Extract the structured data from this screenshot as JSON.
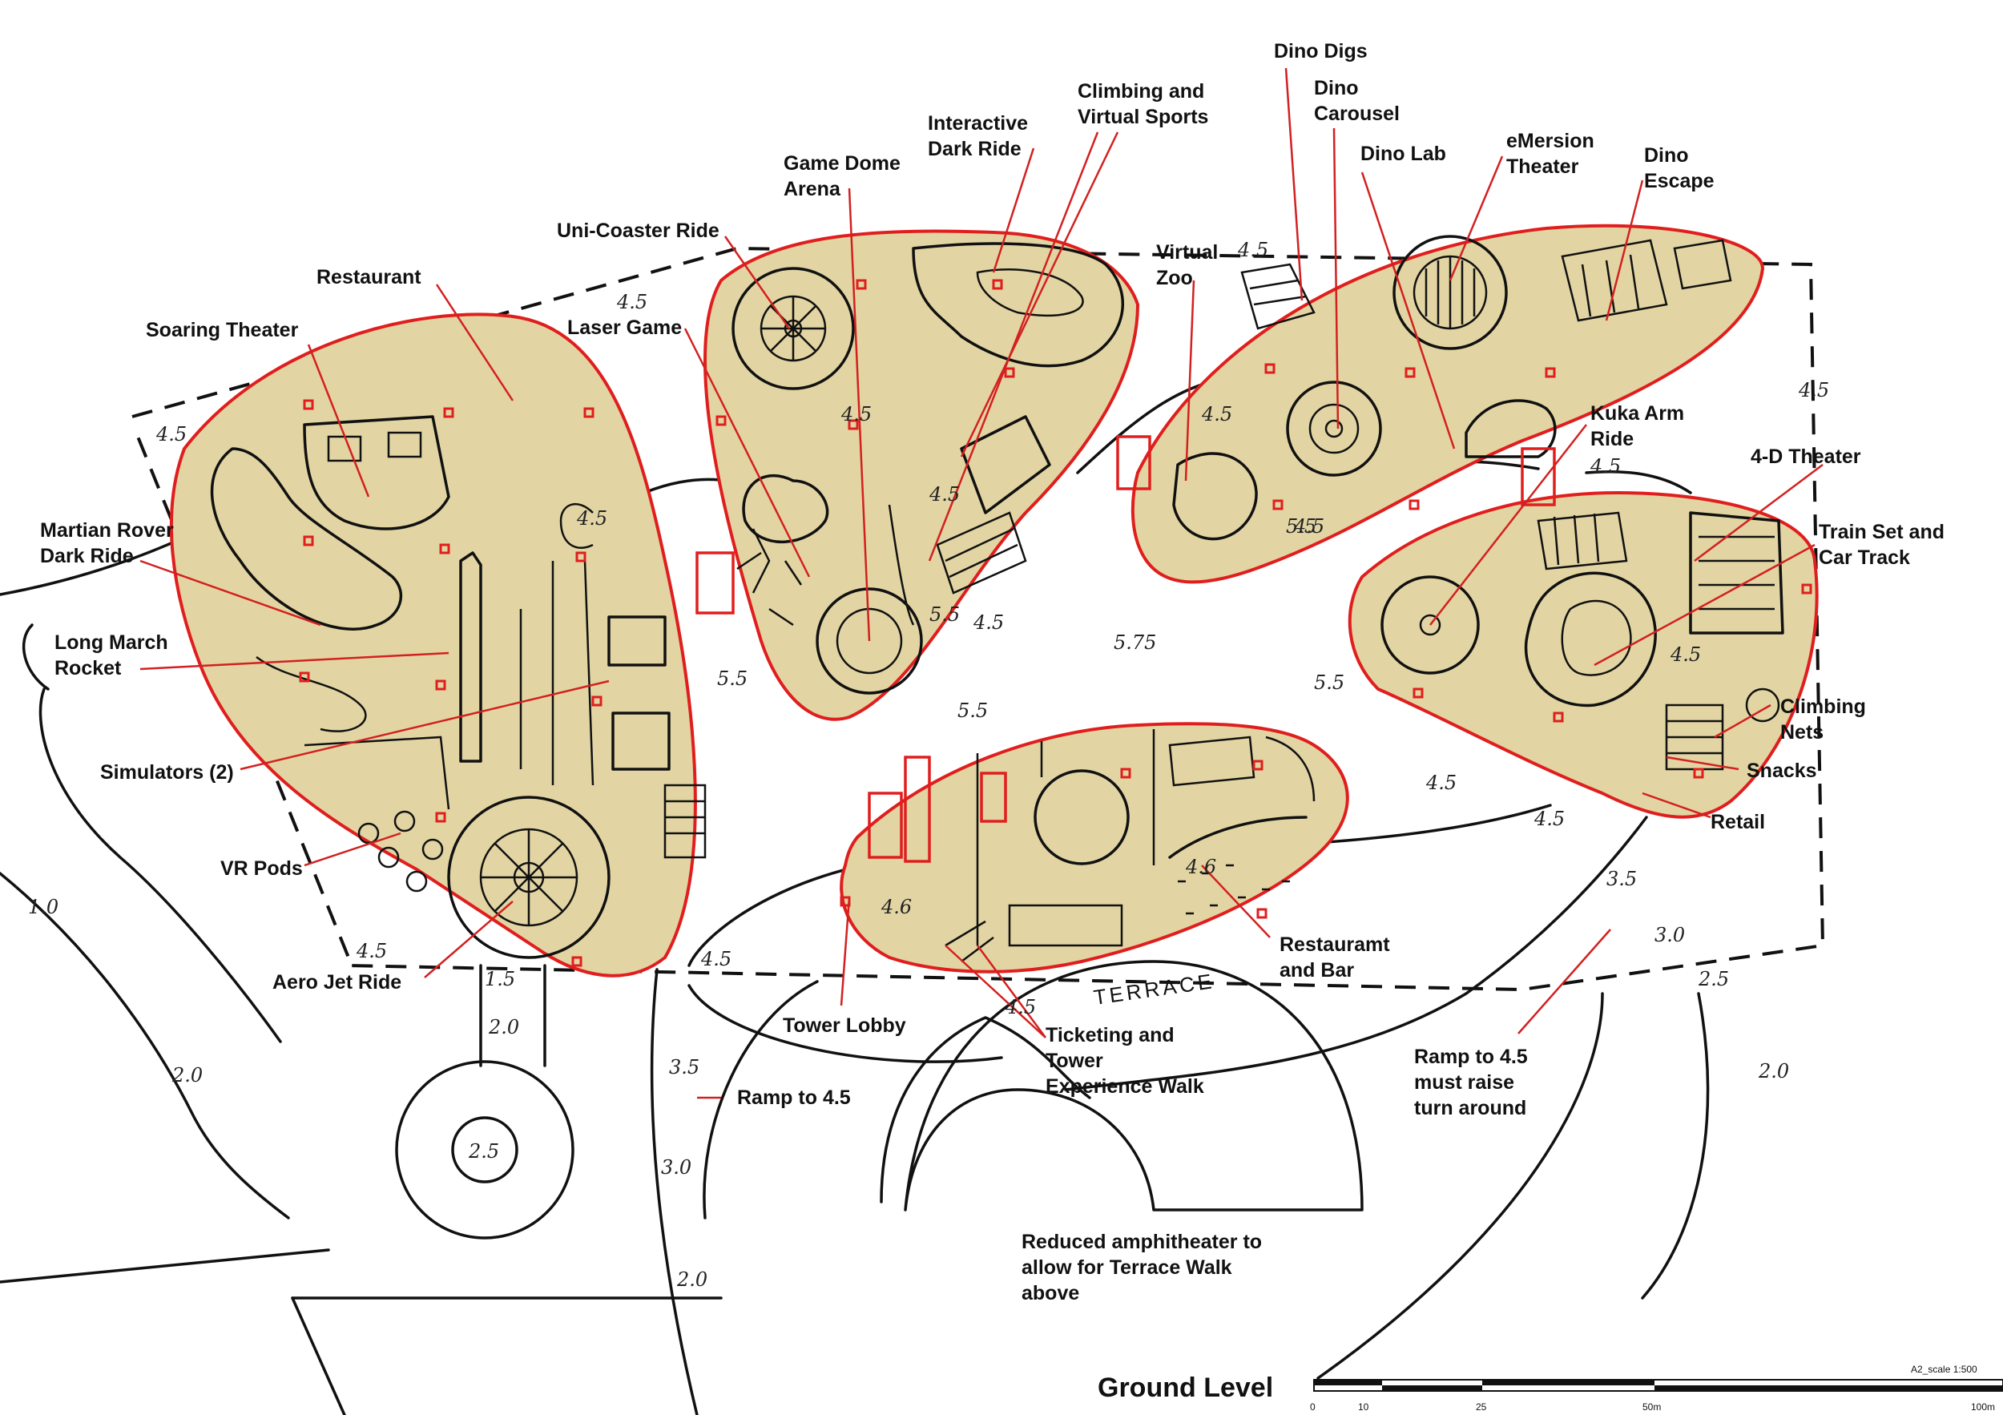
{
  "title": "Ground Level",
  "scale_note": "A2_scale 1:500",
  "scale_ticks": [
    "0",
    "10",
    "25",
    "50m",
    "100m"
  ],
  "colors": {
    "pod_fill": "#e2d5a3",
    "pod_outline": "#e01e1e",
    "leader": "#d32020",
    "ink": "#111111"
  },
  "terrace_text": "TERRACE",
  "labels": [
    {
      "id": "dino-digs",
      "lines": [
        "Dino Digs"
      ]
    },
    {
      "id": "dino-carousel",
      "lines": [
        "Dino",
        "Carousel"
      ]
    },
    {
      "id": "climbing-virtual-sports",
      "lines": [
        "Climbing and",
        "Virtual Sports"
      ]
    },
    {
      "id": "interactive-dark-ride",
      "lines": [
        "Interactive",
        "Dark Ride"
      ]
    },
    {
      "id": "game-dome-arena",
      "lines": [
        "Game Dome",
        "Arena"
      ]
    },
    {
      "id": "dino-lab",
      "lines": [
        "Dino Lab"
      ]
    },
    {
      "id": "emersion-theater",
      "lines": [
        "eMersion",
        "Theater"
      ]
    },
    {
      "id": "dino-escape",
      "lines": [
        "Dino",
        "Escape"
      ]
    },
    {
      "id": "uni-coaster-ride",
      "lines": [
        "Uni-Coaster Ride"
      ]
    },
    {
      "id": "virtual-zoo",
      "lines": [
        "Virtual",
        "Zoo"
      ]
    },
    {
      "id": "restaurant",
      "lines": [
        "Restaurant"
      ]
    },
    {
      "id": "laser-game",
      "lines": [
        "Laser Game"
      ]
    },
    {
      "id": "soaring-theater",
      "lines": [
        "Soaring Theater"
      ]
    },
    {
      "id": "kuka-arm-ride",
      "lines": [
        "Kuka Arm",
        "Ride"
      ]
    },
    {
      "id": "four-d-theater",
      "lines": [
        "4-D Theater"
      ]
    },
    {
      "id": "martian-rover",
      "lines": [
        "Martian Rover",
        "Dark Ride"
      ]
    },
    {
      "id": "train-set",
      "lines": [
        "Train Set and",
        "Car Track"
      ]
    },
    {
      "id": "long-march-rocket",
      "lines": [
        "Long March",
        "Rocket"
      ]
    },
    {
      "id": "climbing-nets",
      "lines": [
        "Climbing",
        "Nets"
      ]
    },
    {
      "id": "simulators",
      "lines": [
        "Simulators (2)"
      ]
    },
    {
      "id": "snacks",
      "lines": [
        "Snacks"
      ]
    },
    {
      "id": "retail",
      "lines": [
        "Retail"
      ]
    },
    {
      "id": "vr-pods",
      "lines": [
        "VR Pods"
      ]
    },
    {
      "id": "restaurant-bar",
      "lines": [
        "Restauramt",
        "and Bar"
      ]
    },
    {
      "id": "aero-jet-ride",
      "lines": [
        "Aero Jet Ride"
      ]
    },
    {
      "id": "tower-lobby",
      "lines": [
        "Tower Lobby"
      ]
    },
    {
      "id": "ticketing",
      "lines": [
        "Ticketing and",
        "Tower",
        "Experience Walk"
      ]
    },
    {
      "id": "ramp-45-left",
      "lines": [
        "Ramp to 4.5"
      ]
    },
    {
      "id": "ramp-45-right",
      "lines": [
        "Ramp to 4.5",
        "must raise",
        "turn around"
      ]
    },
    {
      "id": "amphitheater",
      "lines": [
        "Reduced amphitheater to",
        "allow for Terrace Walk",
        "above"
      ]
    }
  ],
  "elevations": [
    "4.5",
    "4.5",
    "4.5",
    "4.5",
    "4.5",
    "4.5",
    "4.5",
    "4.5",
    "4.5",
    "4.5",
    "4.5",
    "4.5",
    "4.5",
    "5.5",
    "5.5",
    "5.5",
    "5.5",
    "5.5",
    "5.75",
    "4.6",
    "4.6",
    "4.5",
    "4.5",
    "1.0",
    "2.0",
    "1.5",
    "2.0",
    "2.5",
    "3.5",
    "3.0",
    "2.0",
    "3.5",
    "3.0",
    "2.5",
    "2.0",
    "4.5",
    "4.5"
  ]
}
